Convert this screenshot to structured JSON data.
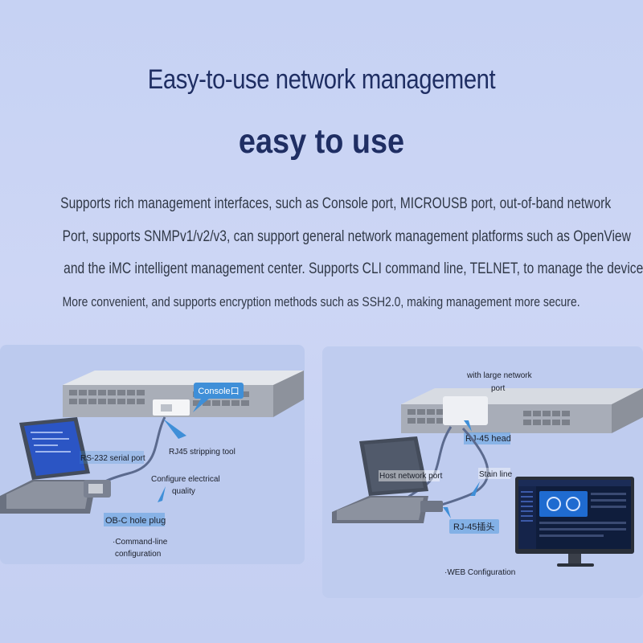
{
  "header": {
    "title": "Easy-to-use network management",
    "subtitle": "easy to use"
  },
  "description": {
    "line1": "Supports rich management interfaces, such as Console port, MICROUSB port, out-of-band network",
    "line2": "Port, supports SNMPv1/v2/v3, can support general network management platforms such as OpenView",
    "line3": "and the iMC intelligent management center. Supports CLI command line, TELNET, to manage the device",
    "line4": "More convenient, and supports encryption methods such as SSH2.0, making management more secure."
  },
  "left_panel": {
    "console_tag": "Console口",
    "rj45_tool": "RJ45 stripping tool",
    "serial_port": "RS-232 serial port",
    "configure": "Configure electrical",
    "quality": "quality",
    "hole_plug": "OB-C hole plug",
    "caption1": "·Command-line",
    "caption2": "configuration"
  },
  "right_panel": {
    "large_port1": "with large network",
    "large_port2": "port",
    "rj45_head": "RJ-45 head",
    "host_port": "Host network port",
    "stain_line": "Stain line",
    "rj45_plug": "RJ-45插头",
    "caption": "·WEB Configuration"
  },
  "colors": {
    "title": "#1f2e63",
    "accent": "#3f8fd8",
    "background": "#c6d2f3"
  }
}
